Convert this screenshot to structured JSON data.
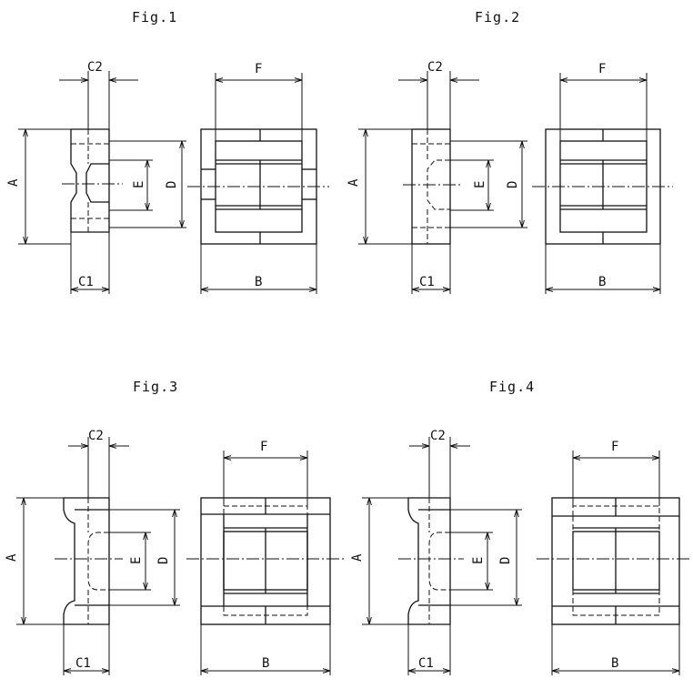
{
  "figures": [
    {
      "title": "Fig.1"
    },
    {
      "title": "Fig.2"
    },
    {
      "title": "Fig.3"
    },
    {
      "title": "Fig.4"
    }
  ],
  "labels": {
    "A": "A",
    "B": "B",
    "C1": "C1",
    "C2": "C2",
    "D": "D",
    "E": "E",
    "F": "F"
  }
}
